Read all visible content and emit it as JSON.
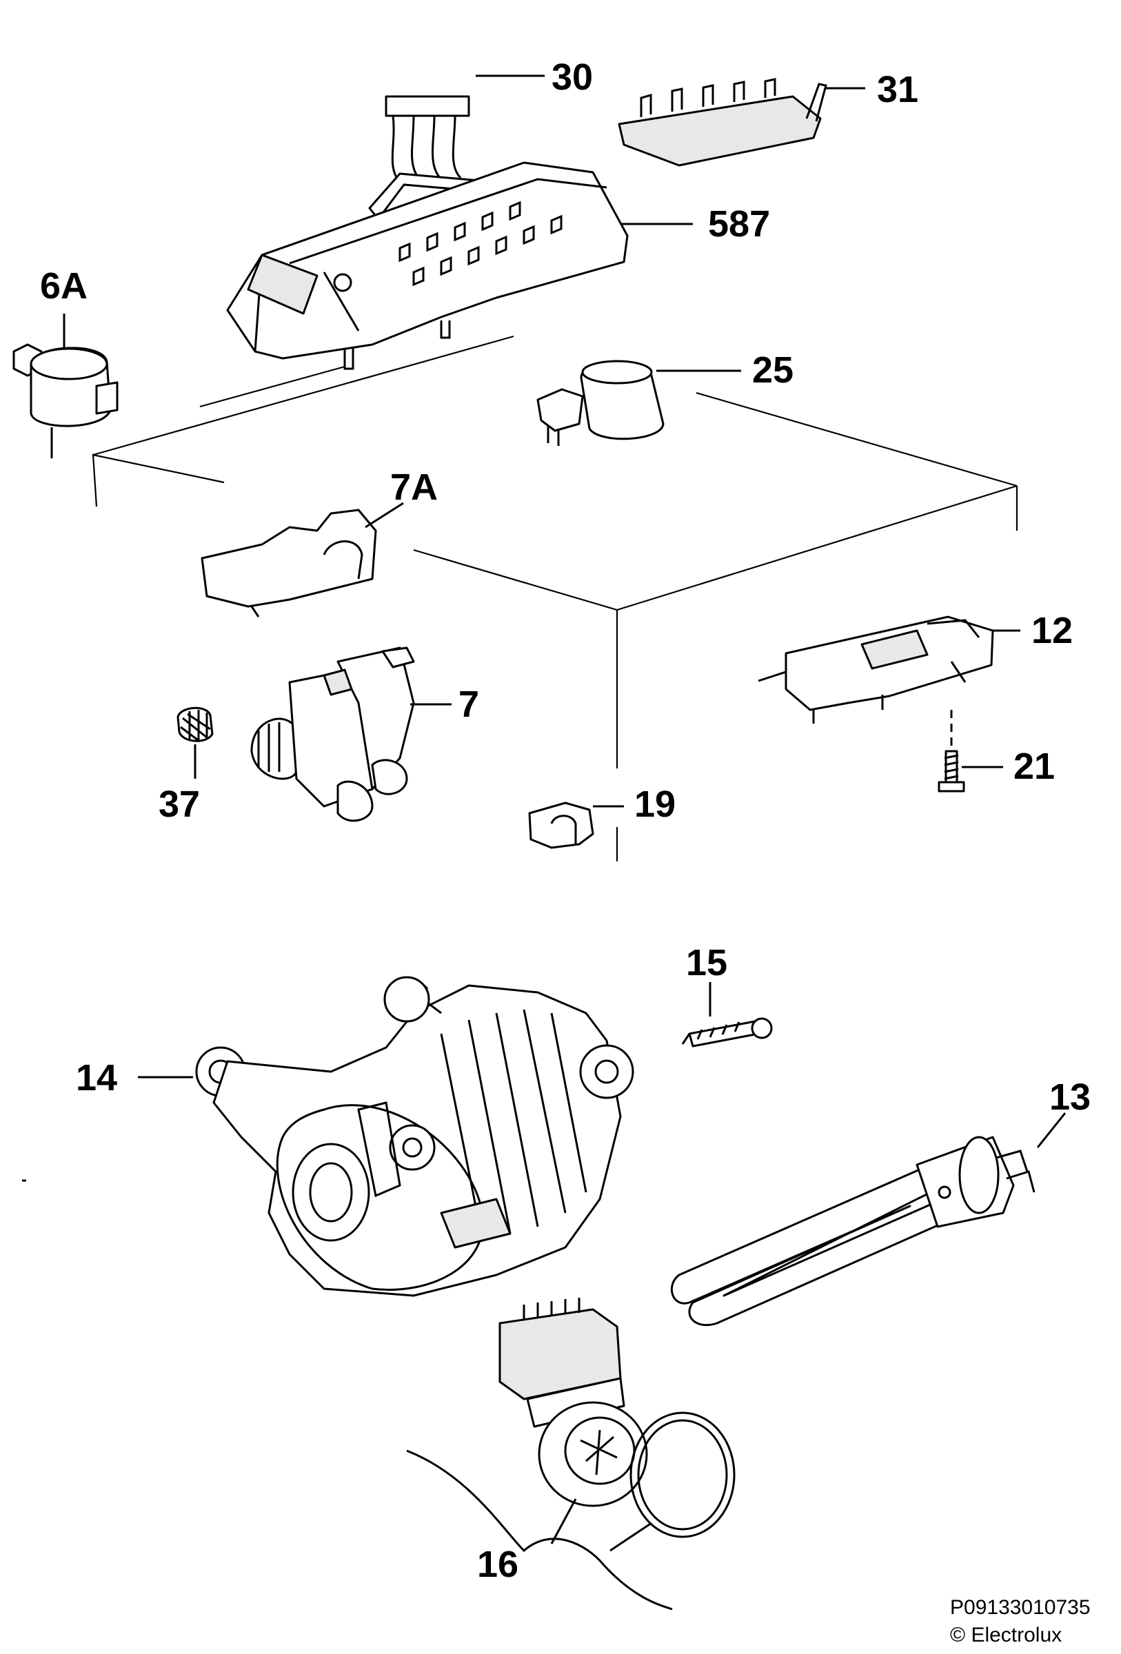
{
  "diagram": {
    "colors": {
      "line": "#000000",
      "background": "#ffffff",
      "fill_light": "#e8e8e8"
    },
    "labels": {
      "p30": "30",
      "p31": "31",
      "p587": "587",
      "p6A": "6A",
      "p25": "25",
      "p7A": "7A",
      "p12": "12",
      "p7": "7",
      "p37": "37",
      "p21": "21",
      "p19": "19",
      "p15": "15",
      "p14": "14",
      "p13": "13",
      "p16": "16"
    },
    "footer": {
      "code": "P09133010735",
      "copyright": "© Electrolux"
    }
  }
}
